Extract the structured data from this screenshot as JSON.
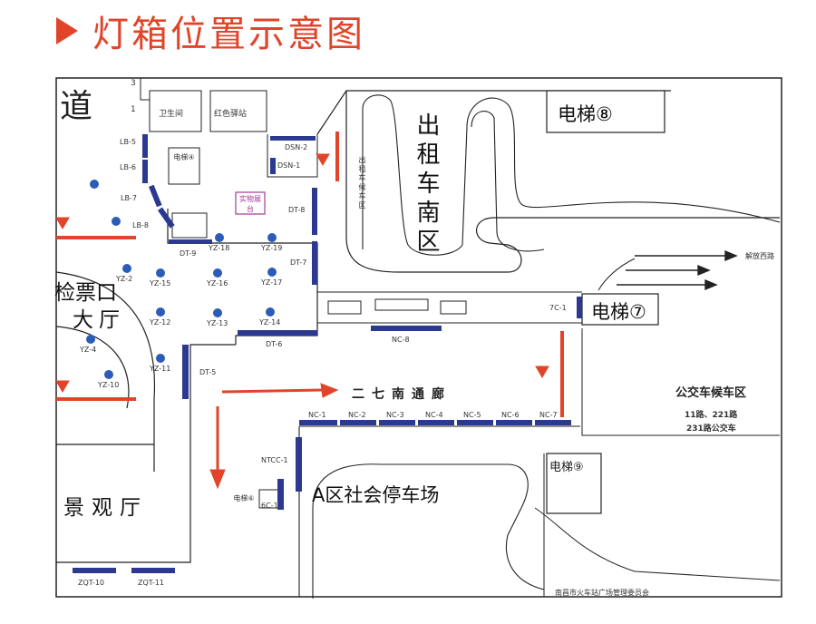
{
  "title": "灯箱位置示意图",
  "colors": {
    "accent": "#e0452a",
    "lightbox": "#2b3990",
    "dot": "#2b5cb8",
    "line": "#222222",
    "red_marker": "#e0452a"
  },
  "labels": {
    "dao": "道",
    "toilet": "卫生间",
    "red_station": "红色驿站",
    "elevator8": "电梯⑧",
    "elevator7": "电梯⑦",
    "elevator9": "电梯⑨",
    "elevator4": "电梯④",
    "elevator6": "电梯⑥",
    "taxi_south": "出租车南区",
    "taxi_wait": "出租车候车区",
    "exhibit": "实物展台",
    "ticket": "检票口",
    "hall": "大厅",
    "scenic_hall": "景观厅",
    "nanqi_corridor": "二七南通廊",
    "parking": "A区社会停车场",
    "bus_wait": "公交车候车区",
    "bus_routes1": "11路、221路",
    "bus_routes2": "231路公交车",
    "jiefang": "解放西路",
    "bottom_note": "南昌市火车站广场管理委员会",
    "stair3": "3",
    "stair1": "1"
  },
  "lightboxes": [
    "LB-5",
    "LB-6",
    "LB-7",
    "LB-8",
    "DSN-2",
    "DSN-1",
    "DT-8",
    "DT-7",
    "DT-9",
    "DT-6",
    "DT-5",
    "7C-1",
    "NC-8",
    "NC-1",
    "NC-2",
    "NC-3",
    "NC-4",
    "NC-5",
    "NC-6",
    "NC-7",
    "NTCC-1",
    "6C-1",
    "ZQT-10",
    "ZQT-11"
  ],
  "pillars": [
    "YZ-18",
    "YZ-19",
    "YZ-2",
    "YZ-15",
    "YZ-16",
    "YZ-17",
    "YZ-12",
    "YZ-13",
    "YZ-14",
    "YZ-4",
    "YZ-11",
    "YZ-10"
  ]
}
